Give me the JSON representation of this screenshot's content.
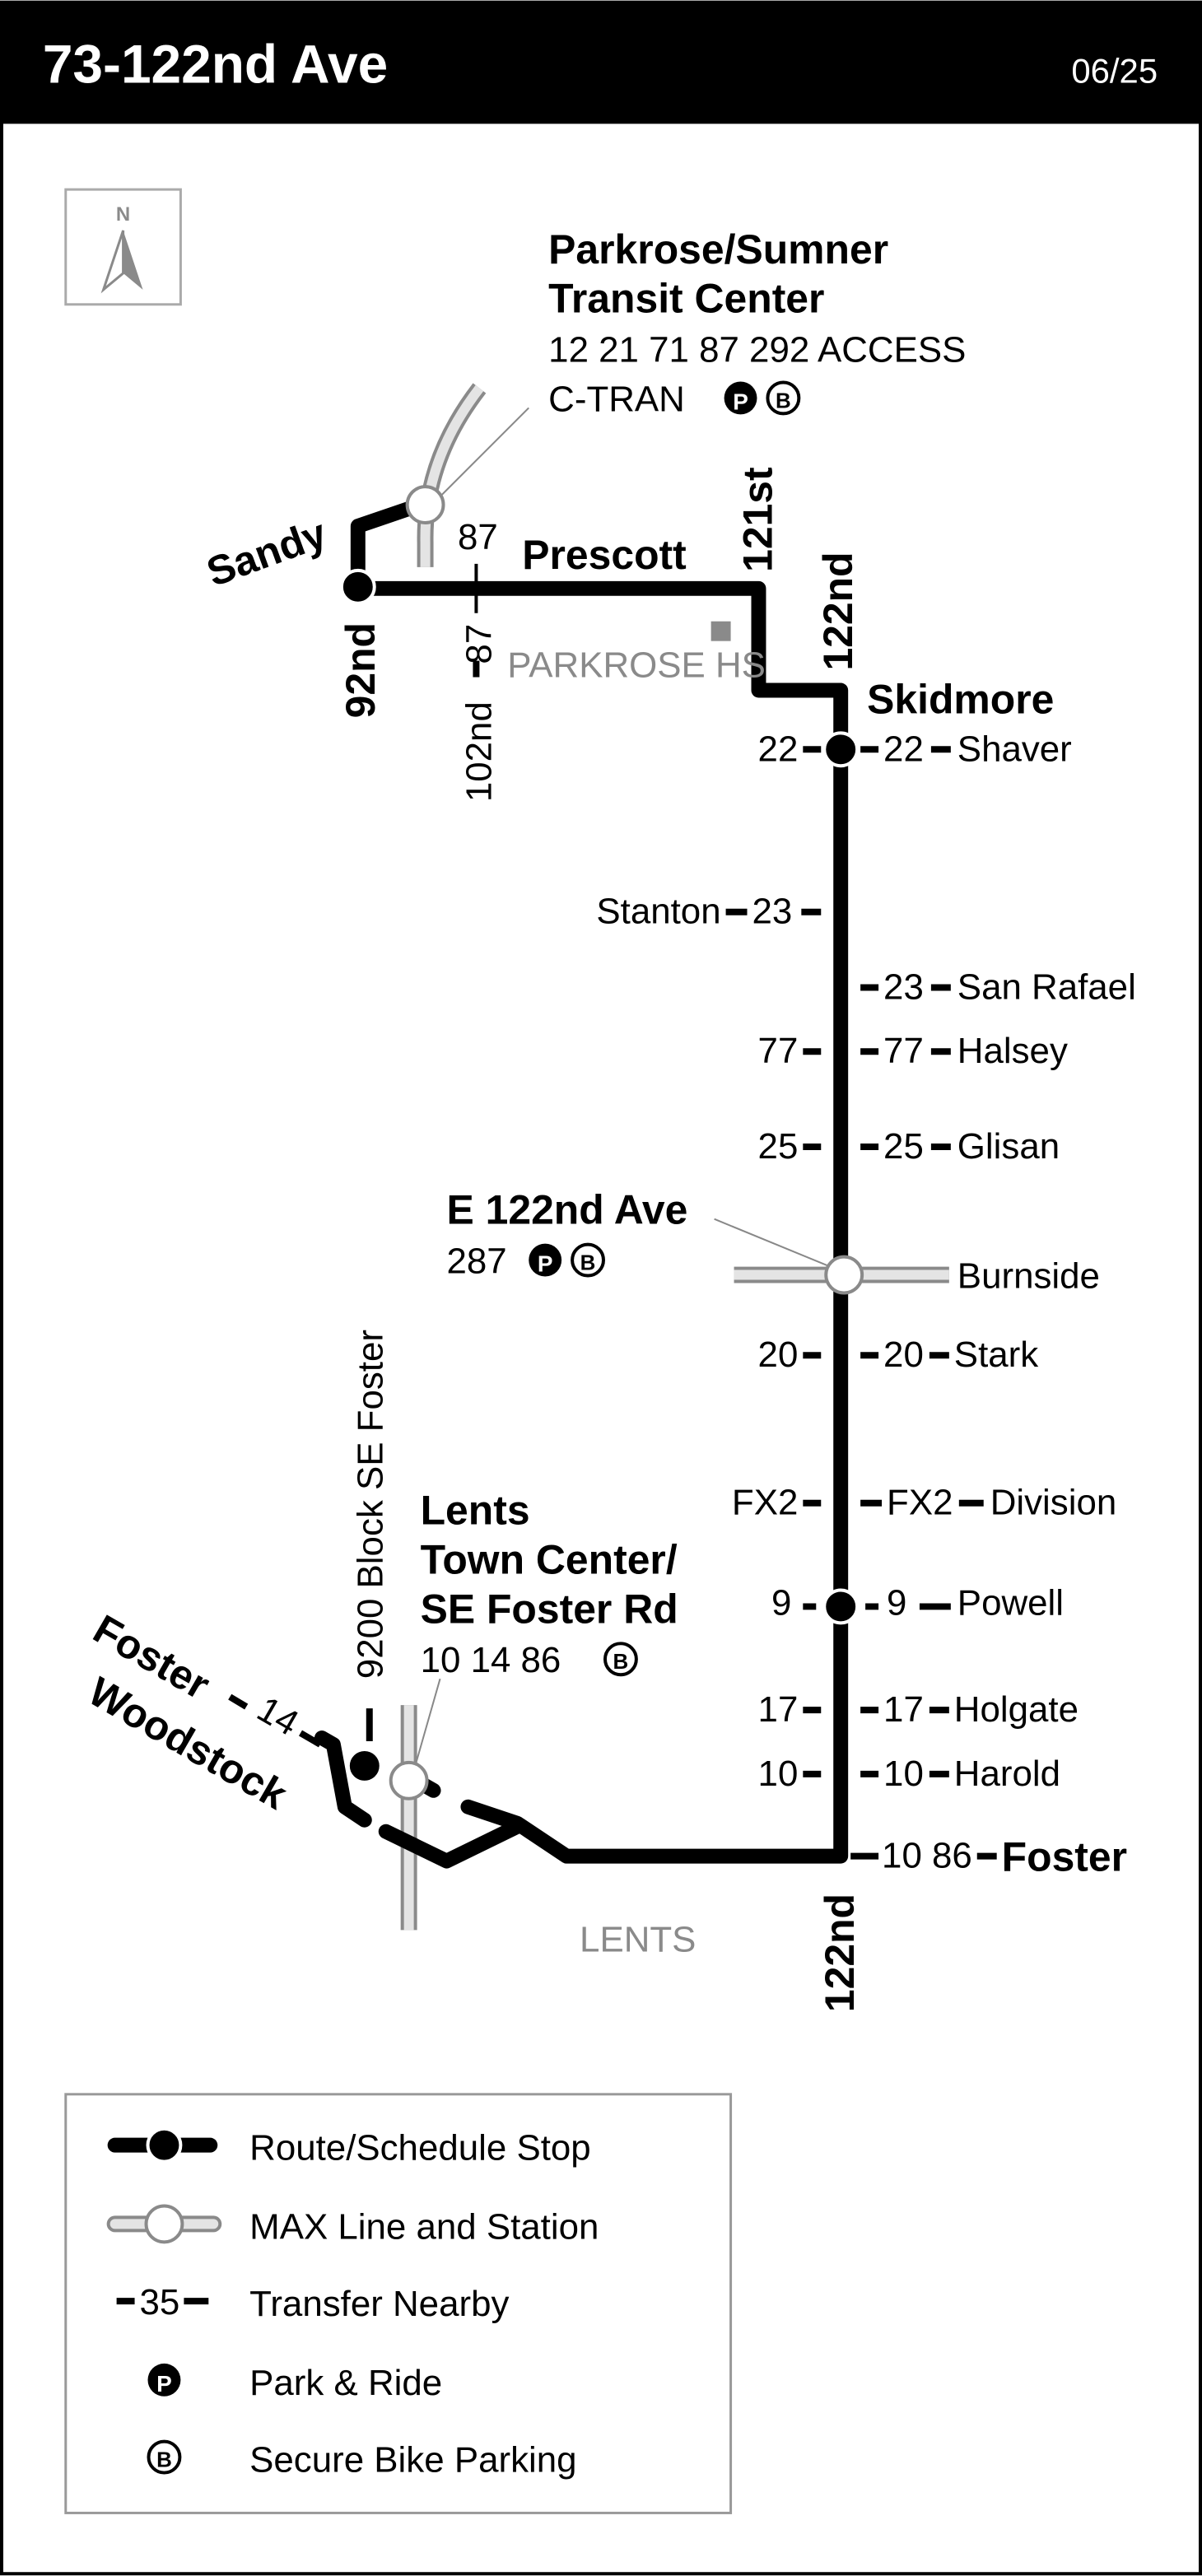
{
  "header": {
    "title": "73-122nd Ave",
    "date": "06/25"
  },
  "north": "N",
  "colors": {
    "route": "#000000",
    "max_line": "#e4e4e4",
    "max_outline": "#8a8a8a",
    "landmark": "#8a8a8a"
  },
  "parkrose": {
    "name_line1": "Parkrose/Sumner",
    "name_line2": "Transit Center",
    "routes": "12 21 71 87 292 ACCESS",
    "routes2": "C-TRAN",
    "park_icon": "P",
    "bike_icon": "B"
  },
  "e122": {
    "name": "E 122nd Ave",
    "routes": "287",
    "park_icon": "P",
    "bike_icon": "B"
  },
  "lents": {
    "name_line1": "Lents",
    "name_line2": "Town Center/",
    "name_line3": "SE Foster Rd",
    "routes": "10 14 86",
    "bike_icon": "B",
    "block": "9200 Block SE Foster",
    "area": "LENTS"
  },
  "streets": {
    "sandy": "Sandy",
    "n92": "92nd",
    "prescott": "Prescott",
    "s121": "121st",
    "n122_top": "122nd",
    "n102": "102nd",
    "t87a": "87",
    "t87b": "87",
    "parkrose_hs": "PARKROSE HS",
    "skidmore": "Skidmore",
    "n122_bottom": "122nd",
    "foster_w": "Foster",
    "woodstock": "Woodstock",
    "t14": "14"
  },
  "cross": [
    {
      "street": "Shaver",
      "left": "22",
      "right": "22"
    },
    {
      "street": "Stanton",
      "left": "",
      "right": "23"
    },
    {
      "street": "San Rafael",
      "left": "",
      "right": "23"
    },
    {
      "street": "Halsey",
      "left": "77",
      "right": "77"
    },
    {
      "street": "Glisan",
      "left": "25",
      "right": "25"
    },
    {
      "street": "Burnside",
      "left": "",
      "right": ""
    },
    {
      "street": "Stark",
      "left": "20",
      "right": "20"
    },
    {
      "street": "Division",
      "left": "FX2",
      "right": "FX2"
    },
    {
      "street": "Powell",
      "left": "9",
      "right": "9"
    },
    {
      "street": "Holgate",
      "left": "17",
      "right": "17"
    },
    {
      "street": "Harold",
      "left": "10",
      "right": "10"
    },
    {
      "street": "Foster",
      "left": "",
      "right": "10 86"
    }
  ],
  "legend": [
    {
      "label": "Route/Schedule Stop",
      "icon": "route-stop"
    },
    {
      "label": "MAX Line and Station",
      "icon": "max-station"
    },
    {
      "label": "Transfer Nearby",
      "icon": "transfer",
      "sample": "35"
    },
    {
      "label": "Park & Ride",
      "icon": "park",
      "glyph": "P"
    },
    {
      "label": "Secure Bike Parking",
      "icon": "bike",
      "glyph": "B"
    }
  ]
}
